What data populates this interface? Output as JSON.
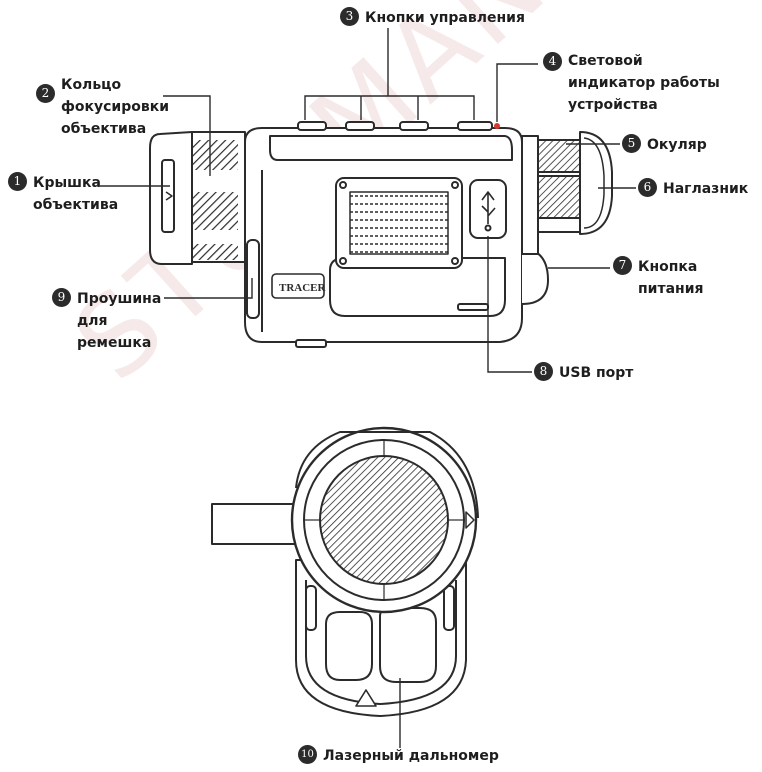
{
  "watermark": "STURMAN.RU",
  "device_logo": "TRACER",
  "callouts": [
    {
      "num": "1",
      "lines": [
        "Крышка",
        "объектива"
      ]
    },
    {
      "num": "2",
      "lines": [
        "Кольцо",
        "фокусировки",
        "объектива"
      ]
    },
    {
      "num": "3",
      "lines": [
        "Кнопки управления"
      ]
    },
    {
      "num": "4",
      "lines": [
        "Световой",
        "индикатор работы",
        "устройства"
      ]
    },
    {
      "num": "5",
      "lines": [
        "Окуляр"
      ]
    },
    {
      "num": "6",
      "lines": [
        "Наглазник"
      ]
    },
    {
      "num": "7",
      "lines": [
        "Кнопка",
        "питания"
      ]
    },
    {
      "num": "8",
      "lines": [
        "USB порт"
      ]
    },
    {
      "num": "9",
      "lines": [
        "Проушина",
        "для",
        "ремешка"
      ]
    },
    {
      "num": "10",
      "lines": [
        "Лазерный дальномер"
      ]
    }
  ],
  "colors": {
    "ink": "#2b2b2b",
    "indicator": "#d23a2e",
    "watermark": "#efd8d8"
  }
}
